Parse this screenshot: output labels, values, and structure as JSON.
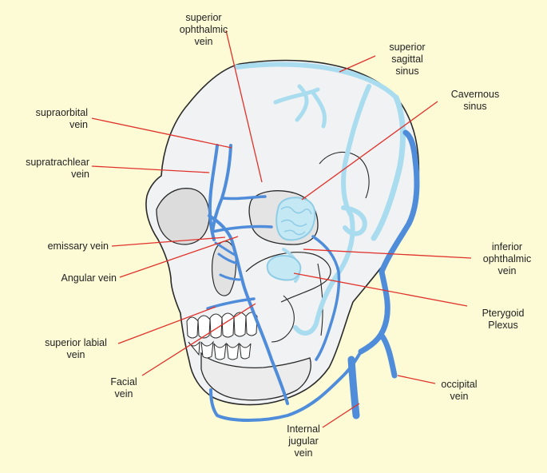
{
  "colors": {
    "background": "#fdfbd6",
    "skull_fill": "#f1f2f3",
    "outline": "#2a2a2a",
    "vein_superficial": "#4f8ddb",
    "vein_deep": "#a9dcef",
    "leader_line": "#e0322a"
  },
  "labels": {
    "superior_ophthalmic": "superior\nophthalmic\nvein",
    "superior_sagittal": "superior\nsagittal\nsinus",
    "cavernous": "Cavernous\nsinus",
    "supraorbital": "supraorbital\nvein",
    "supratrachlear": "supratrachlear\nvein",
    "emissary": "emissary vein",
    "angular": "Angular vein",
    "inferior_ophthalmic": "inferior\nophthalmic\nvein",
    "pterygoid": "Pterygoid\nPlexus",
    "superior_labial": "superior labial\nvein",
    "facial": "Facial\nvein",
    "internal_jugular": "Internal\njugular\nvein",
    "occipital": "occipital\nvein"
  }
}
